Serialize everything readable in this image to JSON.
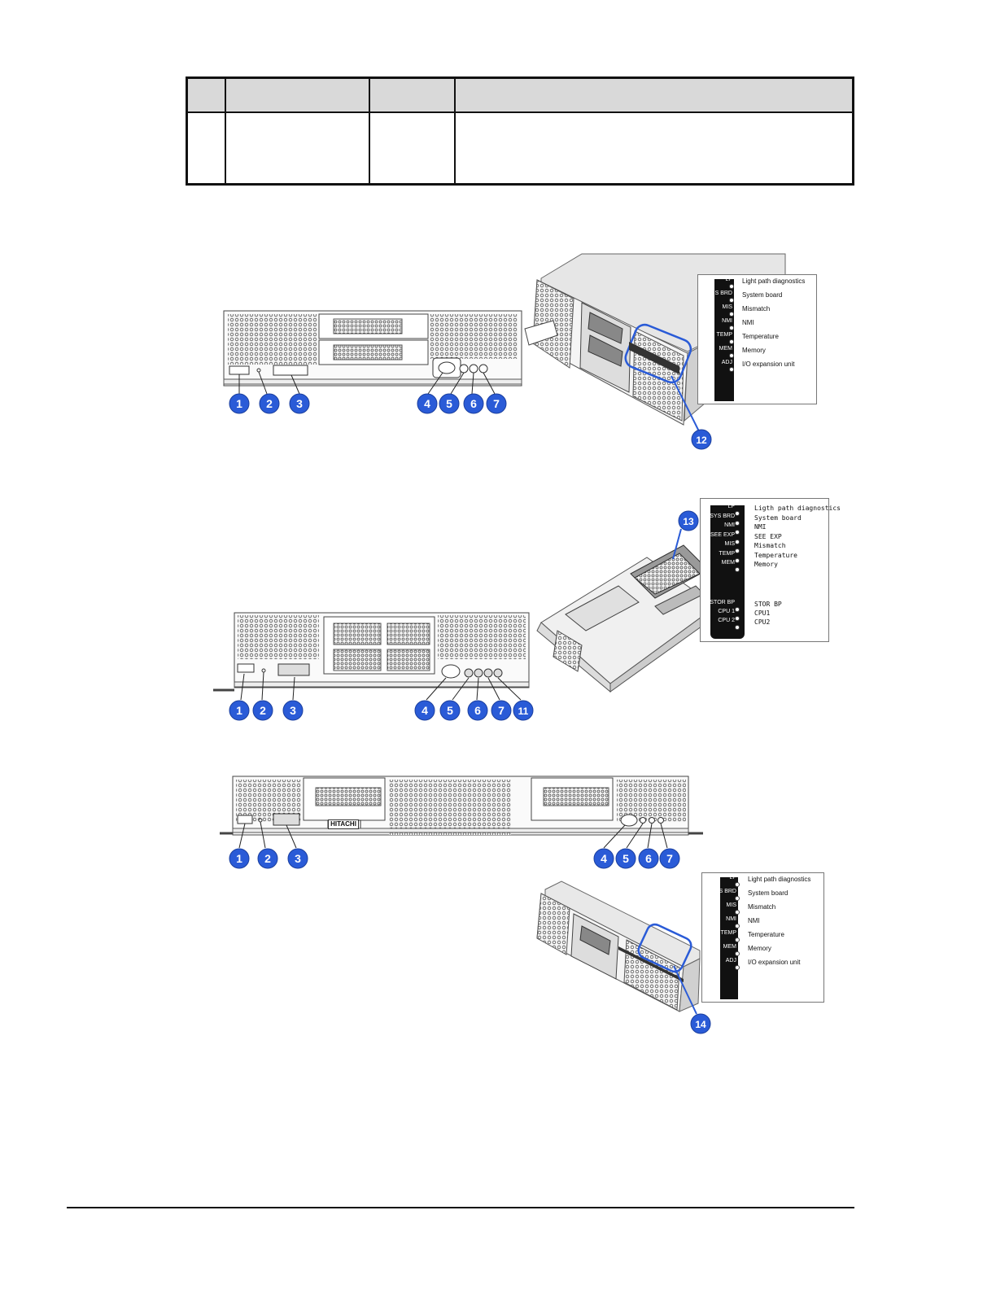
{
  "table": {
    "header": [
      "",
      "",
      "",
      ""
    ],
    "row": [
      "",
      "",
      "",
      ""
    ]
  },
  "figure1": {
    "callouts": [
      "1",
      "2",
      "3",
      "4",
      "5",
      "6",
      "7"
    ],
    "detail_callout": "12",
    "legend": [
      {
        "code": "LP",
        "label": "Light path diagnostics"
      },
      {
        "code": "S BRD",
        "label": "System board"
      },
      {
        "code": "MIS",
        "label": "Mismatch"
      },
      {
        "code": "NMI",
        "label": "NMI"
      },
      {
        "code": "TEMP",
        "label": "Temperature"
      },
      {
        "code": "MEM",
        "label": "Memory"
      },
      {
        "code": "ADJ",
        "label": "I/O expansion unit"
      }
    ]
  },
  "figure2": {
    "callouts": [
      "1",
      "2",
      "3",
      "4",
      "5",
      "6",
      "7",
      "11"
    ],
    "detail_callout": "13",
    "legend": [
      {
        "code": "LP",
        "label": "Ligth path diagnostics"
      },
      {
        "code": "SYS BRD",
        "label": "System board"
      },
      {
        "code": "NMI",
        "label": "NMI"
      },
      {
        "code": "SEE EXP",
        "label": "SEE EXP"
      },
      {
        "code": "MIS",
        "label": "Mismatch"
      },
      {
        "code": "TEMP",
        "label": "Temperature"
      },
      {
        "code": "MEM",
        "label": "Memory"
      },
      {
        "code": "STOR BP",
        "label": "STOR BP"
      },
      {
        "code": "CPU 1",
        "label": "CPU1"
      },
      {
        "code": "CPU 2",
        "label": "CPU2"
      }
    ]
  },
  "figure3": {
    "callouts": [
      "1",
      "2",
      "3",
      "4",
      "5",
      "6",
      "7"
    ],
    "brand": "HITACHI",
    "detail_callout": "14",
    "legend": [
      {
        "code": "LP",
        "label": "Light path diagnostics"
      },
      {
        "code": "S BRD",
        "label": "System board"
      },
      {
        "code": "MIS",
        "label": "Mismatch"
      },
      {
        "code": "NMI",
        "label": "NMI"
      },
      {
        "code": "TEMP",
        "label": "Temperature"
      },
      {
        "code": "MEM",
        "label": "Memory"
      },
      {
        "code": "ADJ",
        "label": "I/O expansion unit"
      }
    ]
  }
}
